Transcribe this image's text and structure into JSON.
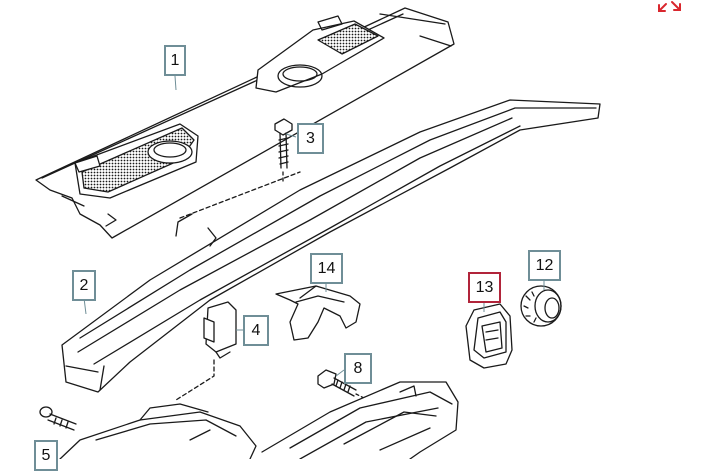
{
  "callouts": [
    {
      "id": "1",
      "label": "1"
    },
    {
      "id": "2",
      "label": "2"
    },
    {
      "id": "3",
      "label": "3"
    },
    {
      "id": "4",
      "label": "4"
    },
    {
      "id": "5",
      "label": "5"
    },
    {
      "id": "8",
      "label": "8"
    },
    {
      "id": "12",
      "label": "12"
    },
    {
      "id": "13",
      "label": "13",
      "selected": true
    },
    {
      "id": "14",
      "label": "14"
    }
  ],
  "colors": {
    "callout_border": "#6f8e97",
    "selected_border": "#b1243a",
    "expand_icon": "#d9272e",
    "line_art": "#1a1a1a"
  },
  "icons": {
    "expand": "expand-arrows-icon"
  }
}
